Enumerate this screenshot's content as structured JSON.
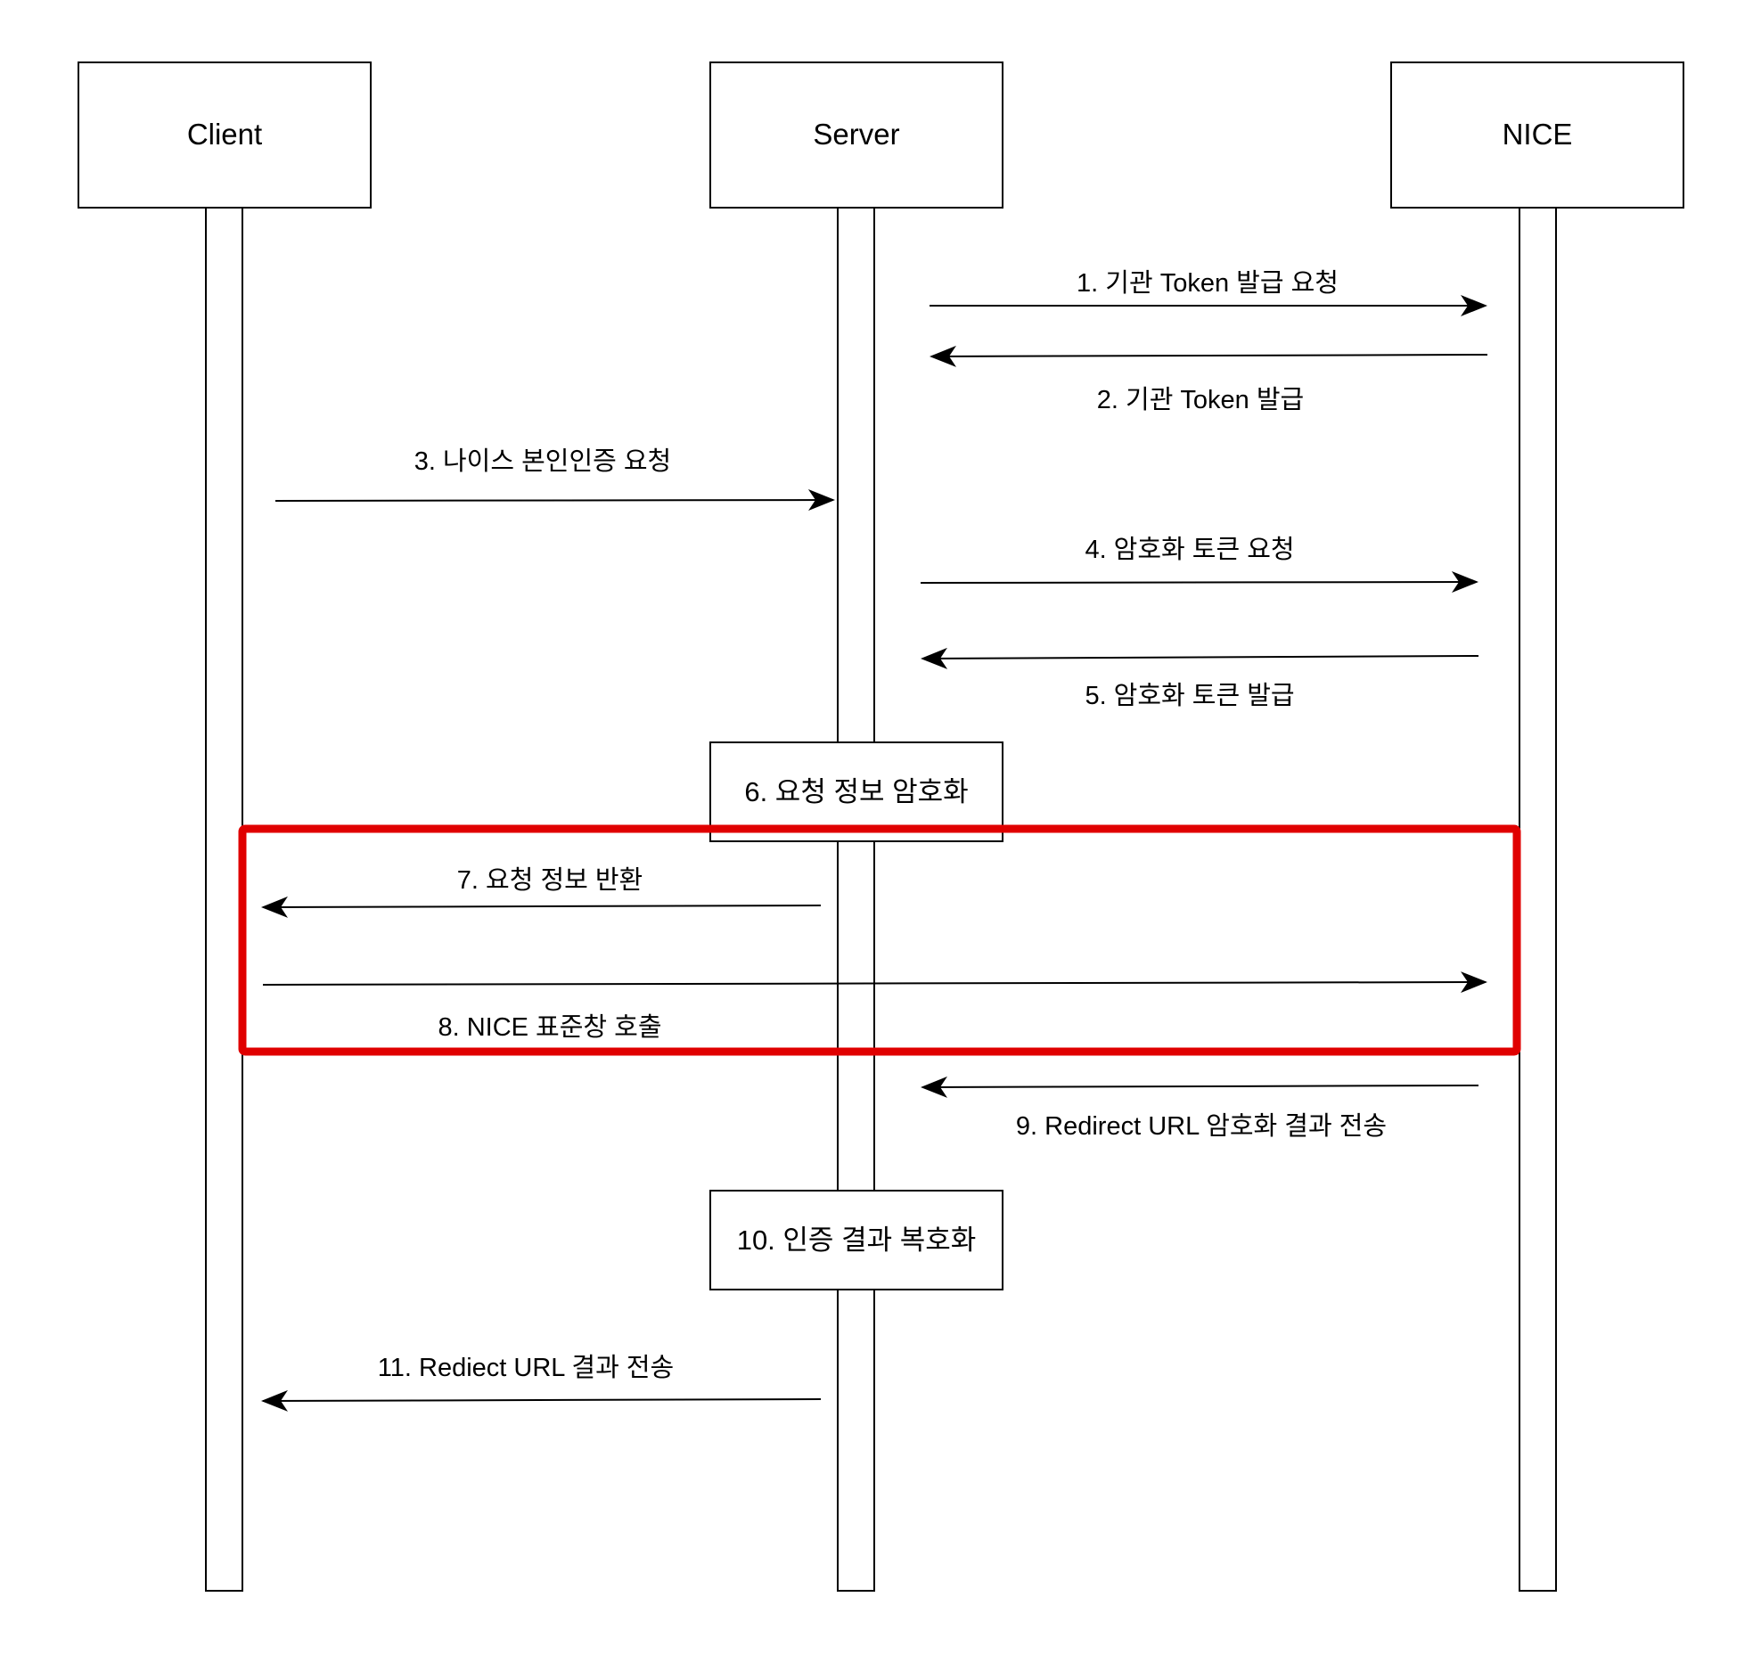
{
  "diagram": {
    "type": "sequence",
    "participants": [
      {
        "id": "client",
        "label": "Client"
      },
      {
        "id": "server",
        "label": "Server"
      },
      {
        "id": "nice",
        "label": "NICE"
      }
    ],
    "messages": [
      {
        "id": "m1",
        "from": "server",
        "to": "nice",
        "label": "1. 기관 Token 발급 요청"
      },
      {
        "id": "m2",
        "from": "nice",
        "to": "server",
        "label": "2. 기관 Token 발급"
      },
      {
        "id": "m3",
        "from": "client",
        "to": "server",
        "label": "3. 나이스 본인인증 요청"
      },
      {
        "id": "m4",
        "from": "server",
        "to": "nice",
        "label": "4. 암호화 토큰 요청"
      },
      {
        "id": "m5",
        "from": "nice",
        "to": "server",
        "label": "5. 암호화 토큰 발급"
      },
      {
        "id": "m7",
        "from": "server",
        "to": "client",
        "label": "7. 요청 정보 반환"
      },
      {
        "id": "m8",
        "from": "client",
        "to": "nice",
        "label": "8. NICE 표준창 호출"
      },
      {
        "id": "m9",
        "from": "nice",
        "to": "server",
        "label": "9. Redirect URL 암호화 결과 전송"
      },
      {
        "id": "m11",
        "from": "server",
        "to": "client",
        "label": "11. Rediect URL 결과 전송"
      }
    ],
    "notes": [
      {
        "id": "n6",
        "on": "server",
        "label": "6. 요청 정보 암호화"
      },
      {
        "id": "n10",
        "on": "server",
        "label": "10. 인증 결과 복호화"
      }
    ],
    "highlight": {
      "covers": [
        "m7",
        "m8"
      ],
      "color": "#e00000"
    },
    "colors": {
      "line": "#000000",
      "box_fill": "#ffffff",
      "highlight": "#e00000"
    }
  }
}
